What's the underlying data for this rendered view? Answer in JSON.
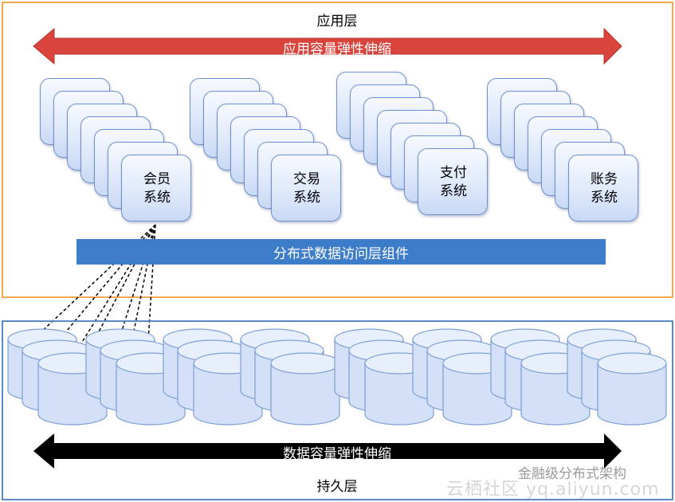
{
  "app_layer": {
    "title": "应用层",
    "arrow_label": "应用容量弹性伸缩",
    "systems": [
      {
        "label": "会员\n系统"
      },
      {
        "label": "交易\n系统"
      },
      {
        "label": "支付\n系统"
      },
      {
        "label": "账务\n系统"
      }
    ],
    "data_access_bar": "分布式数据访问层组件"
  },
  "persist_layer": {
    "title": "持久层",
    "arrow_label": "数据容量弹性伸缩"
  },
  "watermarks": {
    "account": "金融级分布式架构",
    "site": "云栖社区 yq.aliyun.com"
  },
  "colors": {
    "app_border": "#f4a94f",
    "persist_border": "#5a8bc4",
    "app_arrow": "#d9453d",
    "persist_arrow": "#000000",
    "bar": "#3d7cc9"
  }
}
